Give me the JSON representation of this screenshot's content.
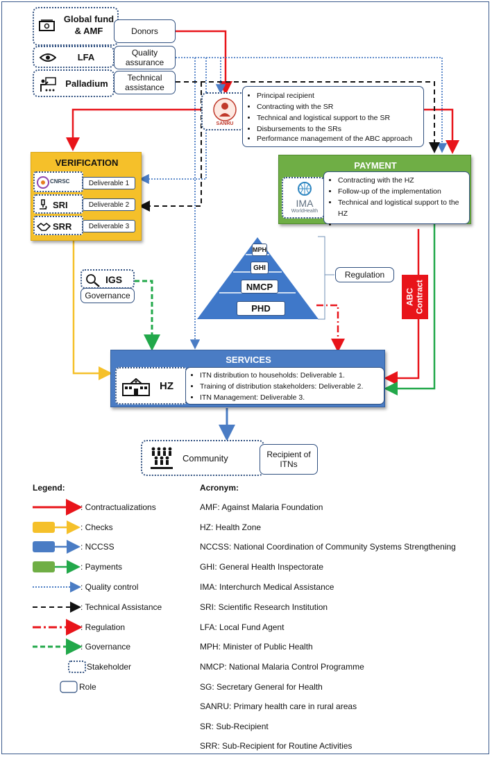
{
  "stakeholders": {
    "global_fund": "Global fund & AMF",
    "global_fund_l1": "Global fund",
    "global_fund_l2": "& AMF",
    "lfa": "LFA",
    "palladium": "Palladium"
  },
  "roles": {
    "donors": "Donors",
    "quality_assurance_l1": "Quality",
    "quality_assurance_l2": "assurance",
    "technical_assistance_l1": "Technical",
    "technical_assistance_l2": "assistance",
    "regulation": "Regulation",
    "governance": "Governance",
    "recipient_l1": "Recipient of",
    "recipient_l2": "ITNs"
  },
  "sanru": {
    "logo_text": "SANRU",
    "bullets": [
      "Principal recipient",
      "Contracting with the SR",
      "Technical and logistical support to the SR",
      "Disbursements to the SRs",
      "Performance management of the ABC approach"
    ]
  },
  "verification": {
    "title": "VERIFICATION",
    "rows": [
      {
        "name": "CNRSC",
        "deliverable": "Deliverable 1"
      },
      {
        "name": "SRI",
        "deliverable": "Deliverable 2"
      },
      {
        "name": "SRR",
        "deliverable": "Deliverable 3"
      }
    ]
  },
  "payment": {
    "title": "PAYMENT",
    "logo_main": "IMA",
    "logo_sub": "WorldHealth",
    "bullets": [
      "Contracting with the HZ",
      "Follow-up of the implementation",
      "Technical and logistical support to the HZ",
      ""
    ]
  },
  "pyramid": [
    "MPH",
    "GHI",
    "NMCP",
    "PHD"
  ],
  "igs": "IGS",
  "contract_l1": "ABC",
  "contract_l2": "Contract",
  "services": {
    "title": "SERVICES",
    "hz": "HZ",
    "bullets": [
      "ITN distribution to households: Deliverable 1.",
      "Training of distribution stakeholders: Deliverable 2.",
      "ITN Management: Deliverable 3."
    ]
  },
  "community": "Community",
  "legend": {
    "title": "Legend:",
    "items": [
      ": Contractualizations",
      ": Checks",
      ": NCCSS",
      ": Payments",
      ": Quality control",
      ": Technical Assistance",
      ": Regulation",
      ": Governance",
      "Stakeholder",
      "Role"
    ]
  },
  "acronyms": {
    "title": "Acronym:",
    "items": [
      "AMF: Against Malaria Foundation",
      "HZ: Health Zone",
      "NCCSS: National Coordination of Community Systems Strengthening",
      "GHI: General Health Inspectorate",
      "IMA: Interchurch Medical Assistance",
      "SRI: Scientific Research Institution",
      "LFA: Local Fund Agent",
      "MPH: Minister of Public Health",
      "NMCP: National Malaria Control Programme",
      "SG: Secretary General for Health",
      "SANRU: Primary health care in rural areas",
      "SR: Sub-Recipient",
      "SRR: Sub-Recipient for Routine Activities"
    ]
  },
  "colors": {
    "contract": "#e8141a",
    "checks": "#f5c02a",
    "nccss": "#4a7cc4",
    "payments": "#22a84a",
    "quality": "#4a7cc4",
    "technical": "#111111",
    "regulation": "#e8141a",
    "governance": "#22a84a",
    "verification_bg": "#f5c02a",
    "payment_bg": "#6fae45",
    "services_bg": "#4a7cc4"
  }
}
